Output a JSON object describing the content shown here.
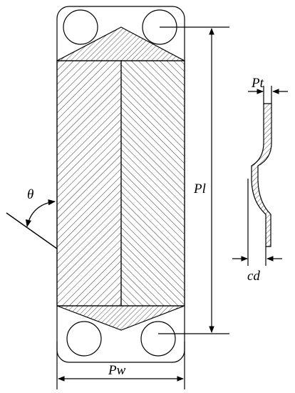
{
  "diagram": {
    "labels": {
      "angle": "θ",
      "plate_length": "Pl",
      "plate_width": "Pw",
      "plate_thickness": "Pt",
      "corrugation_depth": "cd"
    },
    "colors": {
      "stroke": "#000000",
      "background": "#ffffff"
    }
  }
}
